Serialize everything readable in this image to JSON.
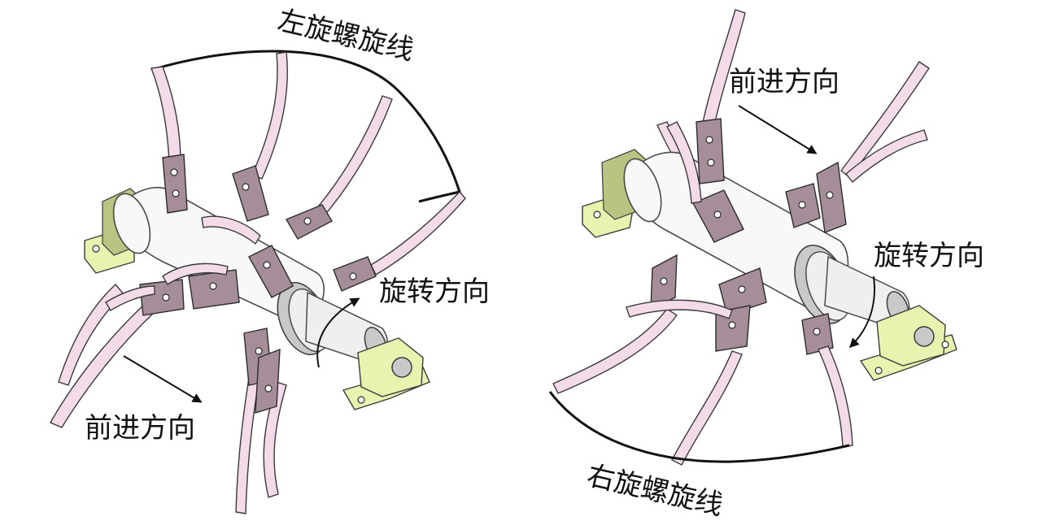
{
  "labels": {
    "left_helix": "左旋螺旋线",
    "left_forward": "前进方向",
    "left_rotation": "旋转方向",
    "right_forward": "前进方向",
    "right_rotation": "旋转方向",
    "right_helix": "右旋螺旋线"
  },
  "colors": {
    "blade": "#f3dbe9",
    "blade_plate": "#a58e99",
    "bearing": "#e9f3b0",
    "shaft": "#f8f8f8",
    "line": "#111111"
  }
}
